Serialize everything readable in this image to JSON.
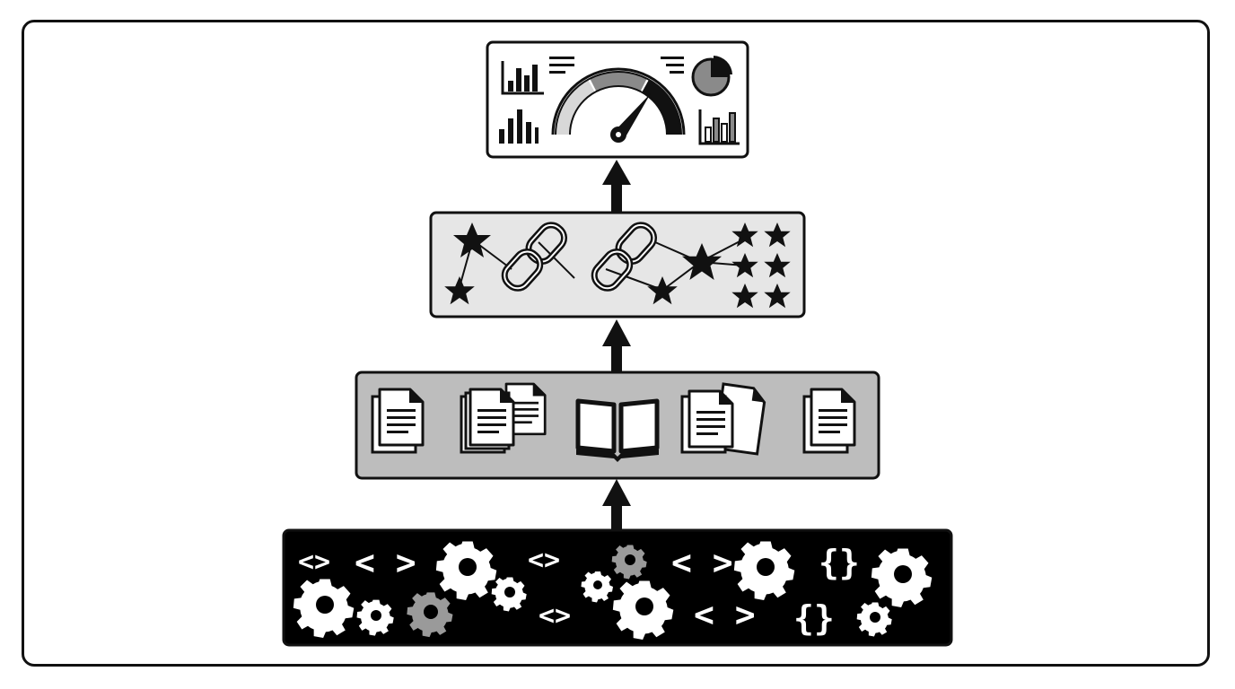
{
  "diagram": {
    "layers": [
      {
        "id": "dashboard",
        "content": [
          "bar-chart-icon",
          "text-lines-icon",
          "gauge-icon",
          "text-lines-icon",
          "pie-chart-icon",
          "bar-chart-icon",
          "bar-chart-icon"
        ],
        "fill": "#ffffff"
      },
      {
        "id": "knowledge-graph",
        "content": [
          "star-icon",
          "chain-link-icon",
          "star-icon",
          "chain-link-icon",
          "star-icon",
          "star-cluster-icon"
        ],
        "fill": "#e6e6e6"
      },
      {
        "id": "documents",
        "content": [
          "document-icon",
          "document-stack-icon",
          "open-book-icon",
          "document-stack-icon",
          "document-icon"
        ],
        "fill": "#bdbdbd"
      },
      {
        "id": "code-and-processes",
        "content": [
          "code-brackets-icon",
          "gear-icon",
          "curly-braces-icon"
        ],
        "fill": "#000000"
      }
    ],
    "arrows": [
      "arrow-up-icon",
      "arrow-up-icon",
      "arrow-up-icon"
    ],
    "code_glyphs": [
      "<>",
      "< >",
      "{}"
    ],
    "colors": {
      "outline": "#111111",
      "gauge_dark": "#111111",
      "gauge_mid": "#8a8a8a",
      "gauge_light": "#d8d8d8",
      "gear_white": "#ffffff",
      "gear_gray": "#9a9a9a"
    }
  }
}
